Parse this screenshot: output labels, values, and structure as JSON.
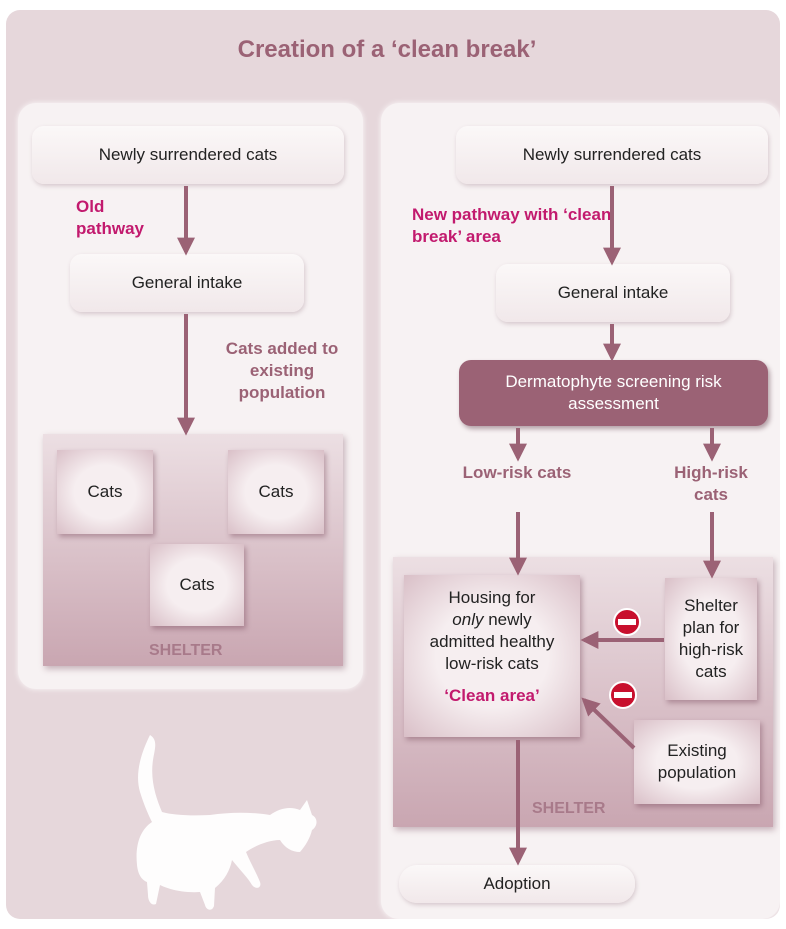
{
  "title": "Creation of a ‘clean break’",
  "left": {
    "top_box": "Newly surrendered cats",
    "pathway_label": "Old pathway",
    "intake_box": "General intake",
    "added_label": "Cats added to existing population",
    "cat_boxes": [
      "Cats",
      "Cats",
      "Cats"
    ],
    "shelter_label": "SHELTER"
  },
  "right": {
    "top_box": "Newly surrendered cats",
    "pathway_label": "New pathway with ‘clean break’ area",
    "intake_box": "General intake",
    "screening_box": "Dermatophyte screening risk assessment",
    "low_risk_label": "Low-risk cats",
    "high_risk_label": "High-risk cats",
    "housing_line1": "Housing for",
    "housing_only": "only",
    "housing_line2_rest": "newly",
    "housing_line3": "admitted healthy",
    "housing_line4": "low-risk cats",
    "clean_area_label": "‘Clean area’",
    "shelter_plan_box": "Shelter plan for high-risk cats",
    "existing_box": "Existing population",
    "shelter_label": "SHELTER",
    "adoption_box": "Adoption"
  },
  "icons": [
    "no-entry-icon",
    "no-entry-icon",
    "cat-silhouette-icon"
  ],
  "colors": {
    "accent_magenta": "#c21a6e",
    "mauve": "#9b6275",
    "background": "#e6d7db"
  }
}
